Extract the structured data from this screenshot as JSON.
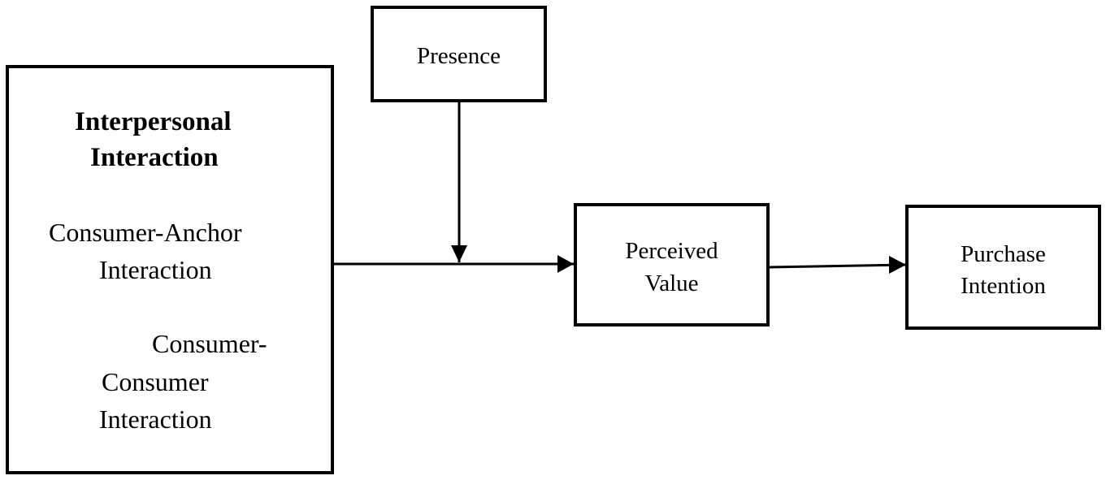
{
  "left_box": {
    "title_line1": "Interpersonal",
    "title_line2": "Interaction",
    "item1_line1": "Consumer-Anchor",
    "item1_line2": "Interaction",
    "item2_line1": "Consumer-",
    "item2_line2": "Consumer",
    "item2_line3": "Interaction"
  },
  "presence_box": {
    "label": "Presence"
  },
  "perceived_value_box": {
    "line1": "Perceived",
    "line2": "Value"
  },
  "purchase_intention_box": {
    "line1": "Purchase",
    "line2": "Intention"
  }
}
